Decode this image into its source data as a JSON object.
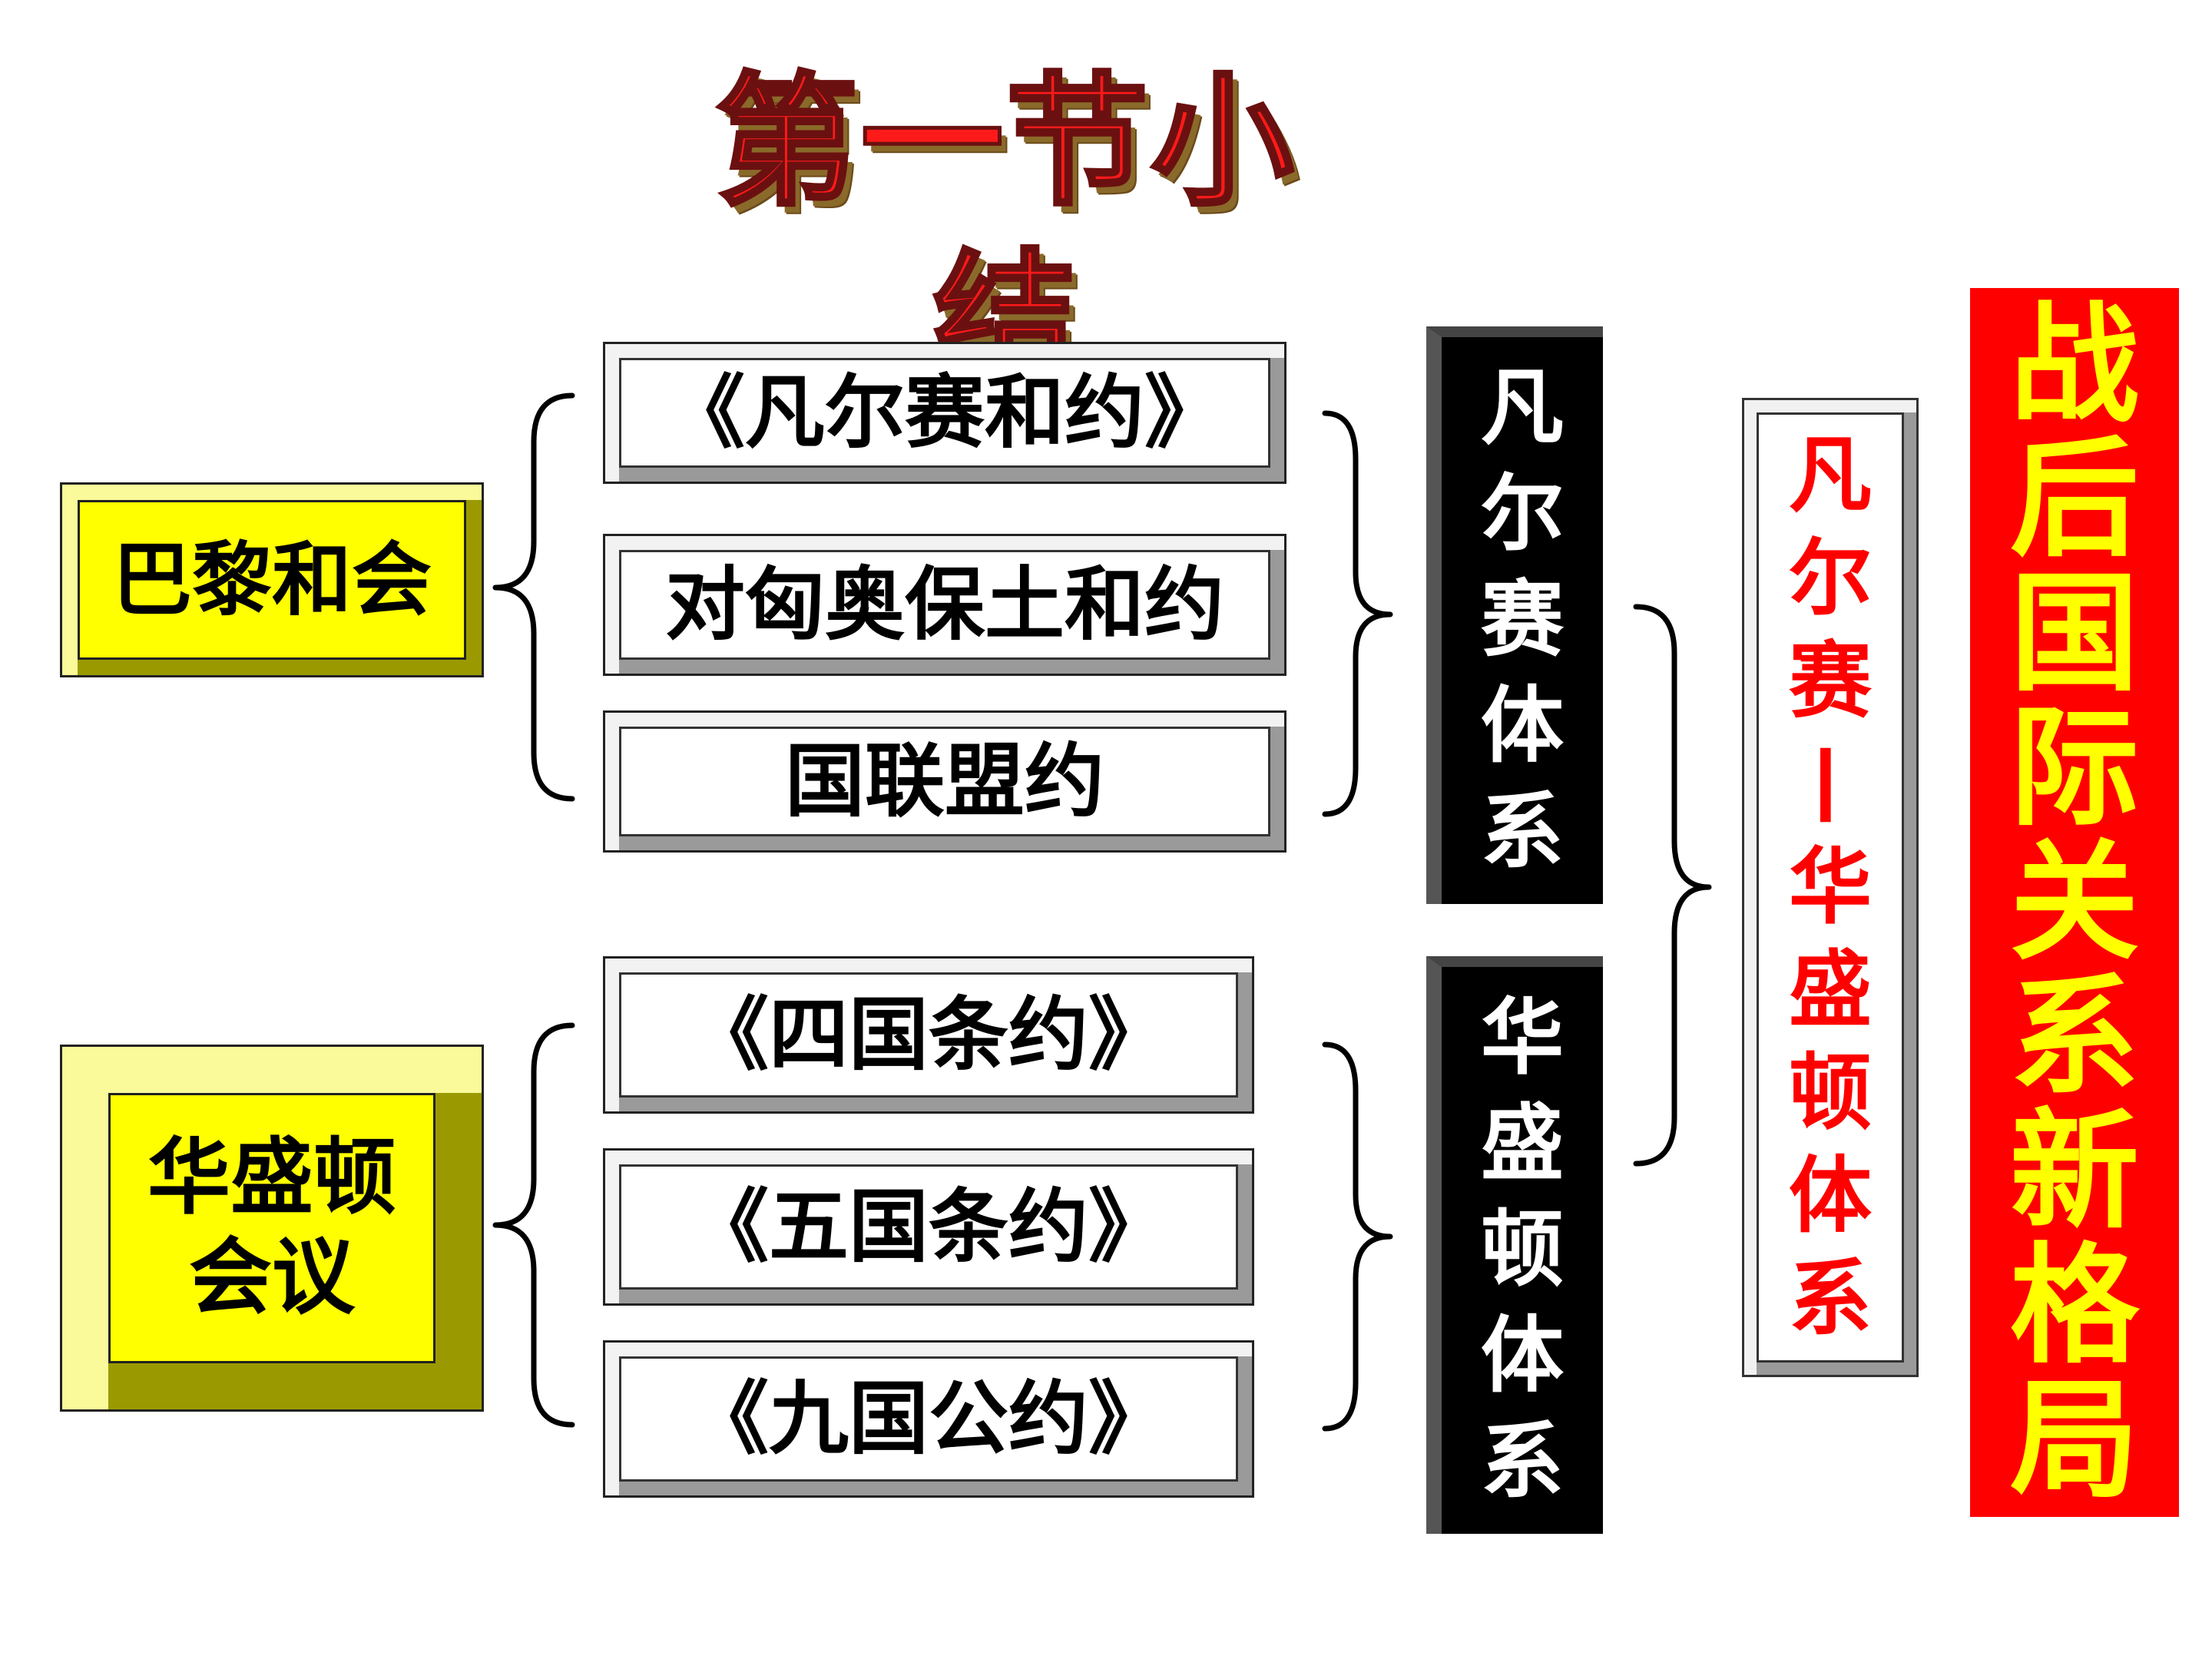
{
  "title": "第一节小结",
  "conferences": {
    "paris": "巴黎和会",
    "washington_line1": "华盛顿",
    "washington_line2": "会议"
  },
  "paris_treaties": [
    "《凡尔赛和约》",
    "对匈奥保土和约",
    "国联盟约"
  ],
  "washington_treaties": [
    "《四国条约》",
    "《五国条约》",
    "《九国公约》"
  ],
  "systems": {
    "versailles": [
      "凡",
      "尔",
      "赛",
      "体",
      "系"
    ],
    "washington": [
      "华",
      "盛",
      "顿",
      "体",
      "系"
    ]
  },
  "combined_system": [
    "凡",
    "尔",
    "赛",
    "—",
    "华",
    "盛",
    "顿",
    "体",
    "系"
  ],
  "conclusion": [
    "战",
    "后",
    "国",
    "际",
    "关",
    "系",
    "新",
    "格",
    "局"
  ],
  "colors": {
    "title_red": "#ff1a1a",
    "conference_yellow": "#ffff00",
    "system_black": "#000000",
    "combined_text_red": "#ff0000",
    "conclusion_bg_red": "#ff0000",
    "conclusion_text_yellow": "#ffff00"
  }
}
